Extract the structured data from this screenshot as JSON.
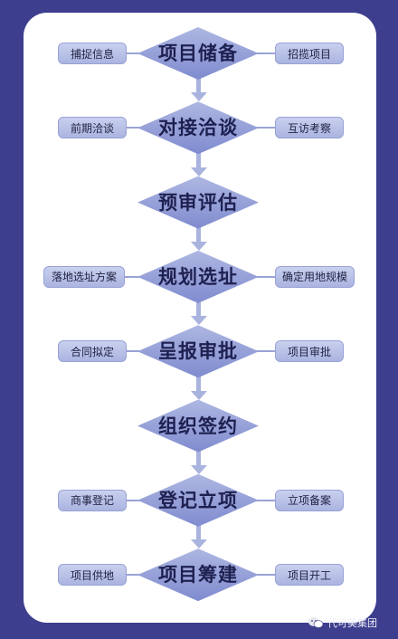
{
  "flow": {
    "steps": [
      {
        "label": "项目储备",
        "left": "捕捉信息",
        "right": "招揽项目"
      },
      {
        "label": "对接洽谈",
        "left": "前期洽谈",
        "right": "互访考察"
      },
      {
        "label": "预审评估"
      },
      {
        "label": "规划选址",
        "left": "落地选址方案",
        "right": "确定用地规模"
      },
      {
        "label": "呈报审批",
        "left": "合同拟定",
        "right": "项目审批"
      },
      {
        "label": "组织签约"
      },
      {
        "label": "登记立项",
        "left": "商事登记",
        "right": "立项备案"
      },
      {
        "label": "项目筹建",
        "left": "项目供地",
        "right": "项目开工"
      }
    ]
  },
  "watermark": {
    "text": "代可美集团",
    "icon": "wechat-icon"
  },
  "colors": {
    "background": "#3d3e8e",
    "diamond": "#8f9ad6",
    "side_box": "#bcc4ea",
    "text": "#1e2050"
  }
}
